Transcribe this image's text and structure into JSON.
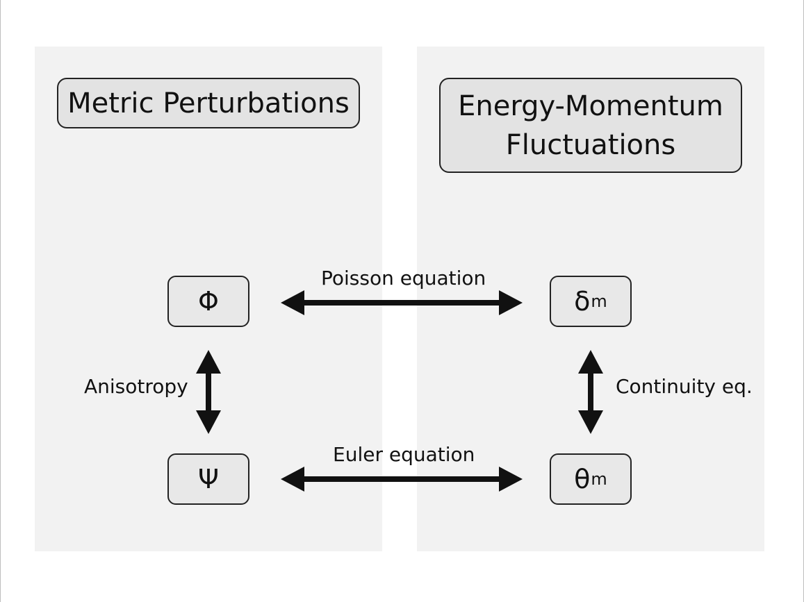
{
  "panels": {
    "left": {
      "title": "Metric Perturbations"
    },
    "right": {
      "title_line1": "Energy-Momentum",
      "title_line2": "Fluctuations"
    }
  },
  "nodes": {
    "phi": {
      "symbol": "Φ"
    },
    "psi": {
      "symbol": "Ψ"
    },
    "delta": {
      "symbol": "δ",
      "subscript": "m"
    },
    "theta": {
      "symbol": "θ",
      "subscript": "m"
    }
  },
  "edges": {
    "poisson": {
      "label": "Poisson equation",
      "from": "Φ",
      "to": "δm"
    },
    "euler": {
      "label": "Euler equation",
      "from": "Ψ",
      "to": "θm"
    },
    "anisotropy": {
      "label": "Anisotropy",
      "from": "Φ",
      "to": "Ψ"
    },
    "continuity": {
      "label": "Continuity eq.",
      "from": "δm",
      "to": "θm"
    }
  },
  "colors": {
    "panel_bg": "#f2f2f2",
    "box_fill": "#e3e3e3",
    "stroke": "#111111"
  }
}
